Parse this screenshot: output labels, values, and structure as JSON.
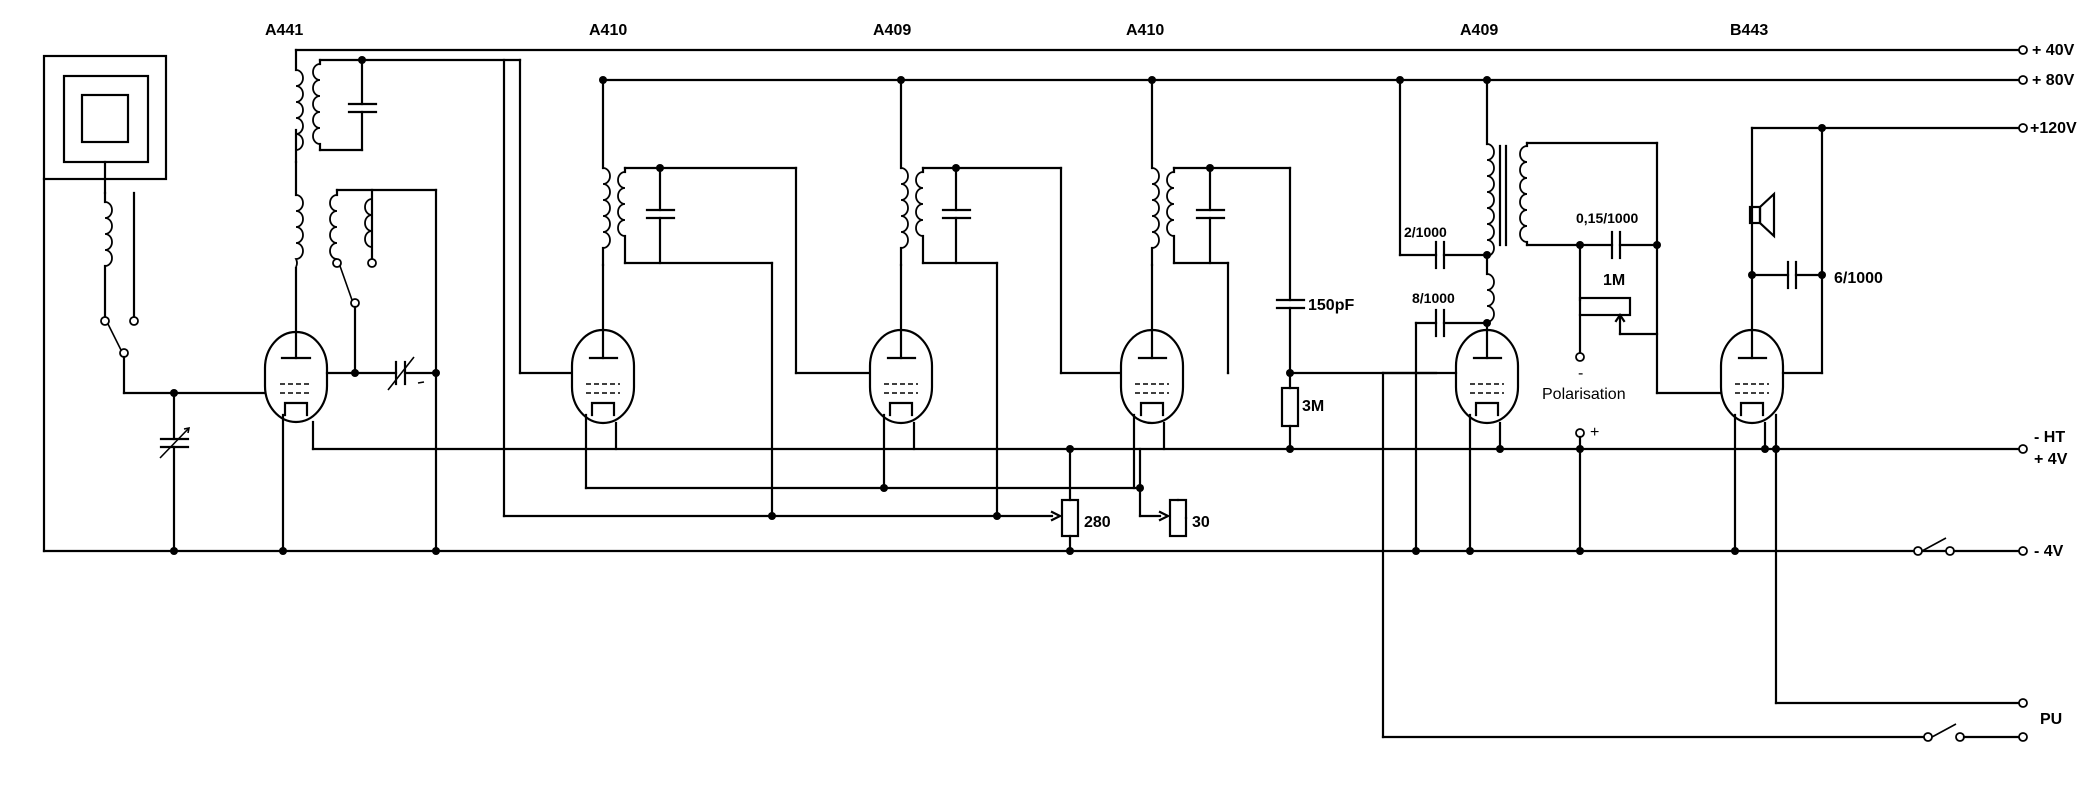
{
  "tubes": [
    "A441",
    "A410",
    "A409",
    "A410",
    "A409",
    "B443"
  ],
  "rails": [
    "+ 40V",
    "+ 80V",
    "+120V",
    "- HT",
    "+ 4V",
    "- 4V",
    "PU"
  ],
  "components": {
    "c_150pf": "150pF",
    "r_3m": "3M",
    "c_2_1000": "2/1000",
    "c_8_1000": "8/1000",
    "c_015_1000": "0,15/1000",
    "r_1m": "1M",
    "polarisation": "Polarisation",
    "pol_minus": "-",
    "pol_plus": "+",
    "c_6_1000": "6/1000",
    "r_280": "280",
    "r_30": "30"
  }
}
